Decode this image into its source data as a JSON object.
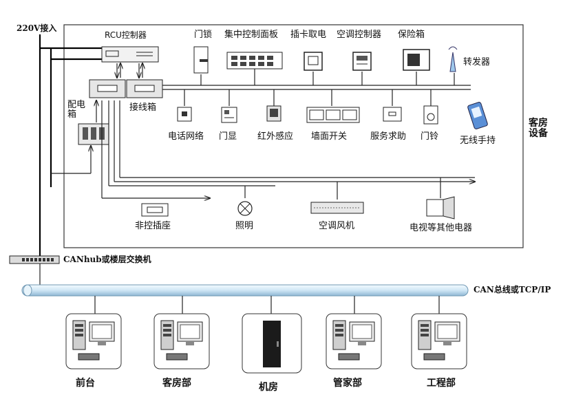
{
  "power_in": "220V接入",
  "room_equipment": "客房\n设备",
  "top_devices": {
    "rcu": "RCU控制器",
    "door_lock": "门锁",
    "central_panel": "集中控制面板",
    "card_switch": "插卡取电",
    "ac_controller": "空调控制器",
    "safe": "保险箱",
    "repeater": "转发器"
  },
  "boxes": {
    "distribution_box": "配电\n箱",
    "junction_box": "接线箱"
  },
  "mid_devices": {
    "phone_network": "电话网络",
    "door_display": "门显",
    "infrared_sensor": "红外感应",
    "wall_switch": "墙面开关",
    "service_request": "服务求助",
    "doorbell": "门铃",
    "wireless_handheld": "无线手持"
  },
  "bottom_devices": {
    "uncontrolled_socket": "非控插座",
    "lighting": "照明",
    "ac_fan": "空调风机",
    "tv_other": "电视等其他电器"
  },
  "network": {
    "hub": "CANhub或楼层交换机",
    "bus": "CAN总线或TCP/IP"
  },
  "departments": [
    "前台",
    "客房部",
    "机房",
    "管家部",
    "工程部"
  ]
}
